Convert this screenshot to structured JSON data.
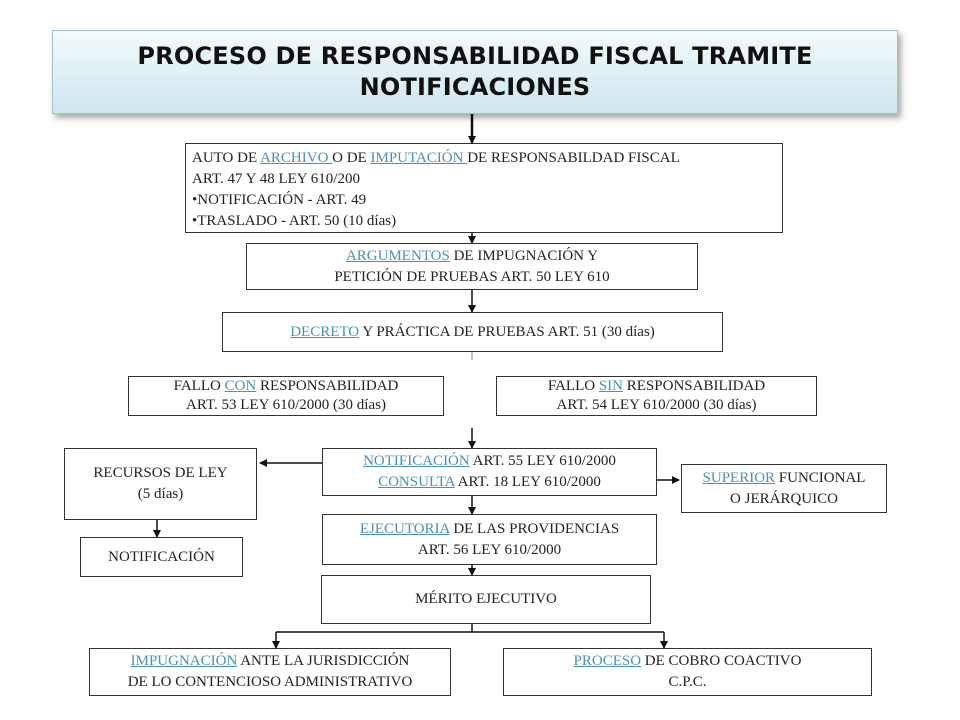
{
  "title": {
    "line1": "PROCESO DE RESPONSABILIDAD FISCAL TRAMITE",
    "line2": "NOTIFICACIONES"
  },
  "auto": {
    "pre": "AUTO DE ",
    "link1": "ARCHIVO ",
    "mid": " O DE ",
    "link2": "IMPUTACIÓN ",
    "post": " DE RESPONSABILDAD FISCAL",
    "line2": "ART. 47 Y 48 LEY 610/200",
    "bullet1": "•NOTIFICACIÓN - ART. 49",
    "bullet2": "•TRASLADO - ART. 50  (10 días)"
  },
  "argumentos": {
    "link": "ARGUMENTOS",
    "rest": " DE IMPUGNACIÓN Y",
    "line2": "PETICIÓN DE PRUEBAS ART. 50 LEY 610"
  },
  "decreto": {
    "link": "DECRETO",
    "rest": " Y PRÁCTICA DE PRUEBAS ART. 51 (30 días)"
  },
  "fallo_con": {
    "pre": "FALLO ",
    "link": "CON",
    "post": " RESPONSABILIDAD",
    "line2": "ART. 53 LEY 610/2000 (30 días)"
  },
  "fallo_sin": {
    "pre": "FALLO ",
    "link": "SIN",
    "post": " RESPONSABILIDAD",
    "line2": "ART. 54 LEY 610/2000 (30 días)"
  },
  "notificacion": {
    "link1": "NOTIFICACIÓN",
    "rest1": "  ART. 55 LEY 610/2000",
    "link2": "CONSULTA",
    "rest2": " ART. 18 LEY 610/2000"
  },
  "recursos": {
    "line1": "RECURSOS DE LEY",
    "line2": "(5 días)"
  },
  "notificacion_small": {
    "label": "NOTIFICACIÓN"
  },
  "superior": {
    "link": "SUPERIOR",
    "rest": " FUNCIONAL",
    "line2": "O JERÁRQUICO"
  },
  "ejecutoria": {
    "link": "EJECUTORIA",
    "rest": " DE LAS PROVIDENCIAS",
    "line2": "ART. 56 LEY 610/2000"
  },
  "merito": {
    "label": "MÉRITO EJECUTIVO"
  },
  "impugnacion": {
    "link": "IMPUGNACIÓN",
    "rest": " ANTE LA JURISDICCIÓN",
    "line2": "DE LO CONTENCIOSO ADMINISTRATIVO"
  },
  "proceso": {
    "link": "PROCESO",
    "rest": " DE COBRO COACTIVO",
    "line2": "C.P.C."
  },
  "colors": {
    "link": "#4a90b8",
    "border": "#333333",
    "title_bg_top": "#f2fafc",
    "title_bg_bottom": "#cfe6ee"
  }
}
